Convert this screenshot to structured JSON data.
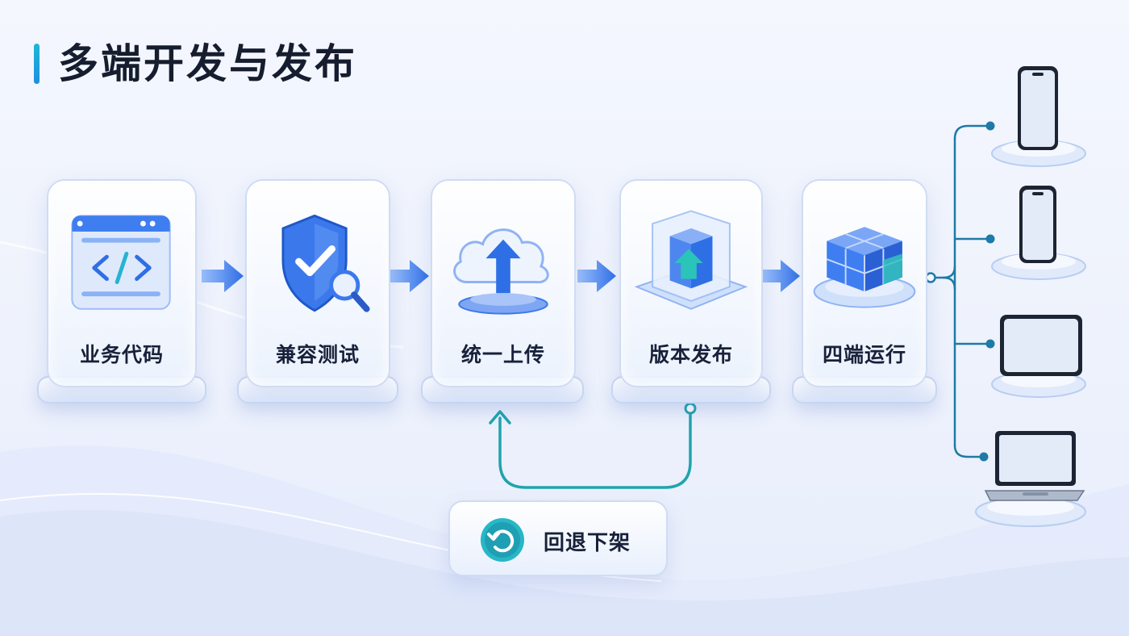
{
  "title": "多端开发与发布",
  "steps": [
    {
      "label": "业务代码",
      "icon": "code-window-icon"
    },
    {
      "label": "兼容测试",
      "icon": "shield-check-icon"
    },
    {
      "label": "统一上传",
      "icon": "cloud-upload-icon"
    },
    {
      "label": "版本发布",
      "icon": "release-cube-icon"
    },
    {
      "label": "四端运行",
      "icon": "cubes-platform-icon"
    }
  ],
  "rollback": {
    "label": "回退下架",
    "icon": "rollback-icon"
  },
  "devices": [
    "phone-icon",
    "phone-icon",
    "tablet-icon",
    "laptop-icon"
  ],
  "colors": {
    "accent": "#1fb7d6",
    "blue": "#2f6fe6",
    "teal": "#1aa3ad",
    "text": "#151d2e"
  }
}
